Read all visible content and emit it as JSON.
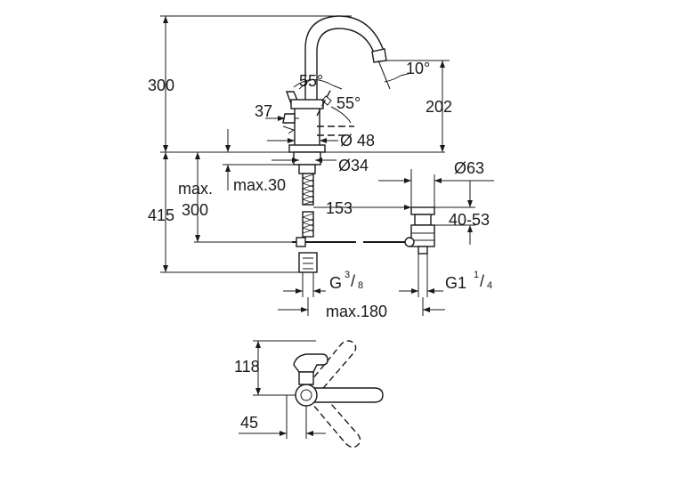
{
  "dimensions": {
    "total_height": "300",
    "spout_angle": "10°",
    "lever_angle_upper": "55°",
    "lever_angle_lower": "55°",
    "spout_height": "202",
    "lever_offset": "37",
    "body_diameter": "Ø 48",
    "bore_diameter": "Ø34",
    "waste_diameter": "Ø63",
    "max_label": "max.",
    "max_300": "300",
    "max_30": "max.30",
    "below_deck": "415",
    "pop_up_distance": "153",
    "waste_range": "40-53",
    "connection_left_prefix": "G",
    "connection_left_num": "3",
    "connection_left_den": "8",
    "connection_right_prefix": "G1",
    "connection_right_num": "1",
    "connection_right_den": "4",
    "max_180": "max.180",
    "plan_depth": "118",
    "plan_offset": "45"
  }
}
